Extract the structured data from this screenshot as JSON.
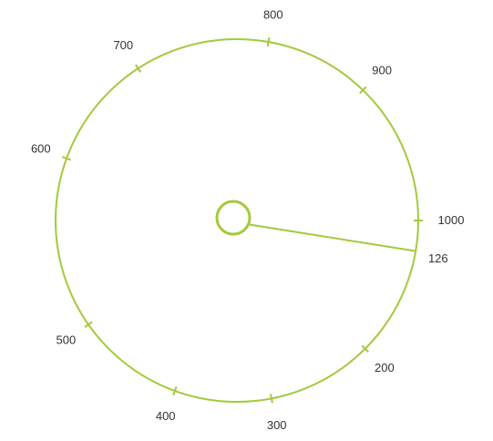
{
  "chart_data": {
    "type": "gauge",
    "tick_labels": [
      "126",
      "200",
      "300",
      "400",
      "500",
      "600",
      "700",
      "800",
      "900",
      "1000"
    ],
    "value": 126,
    "value_label": "126",
    "accent_color": "#a4c93d"
  }
}
